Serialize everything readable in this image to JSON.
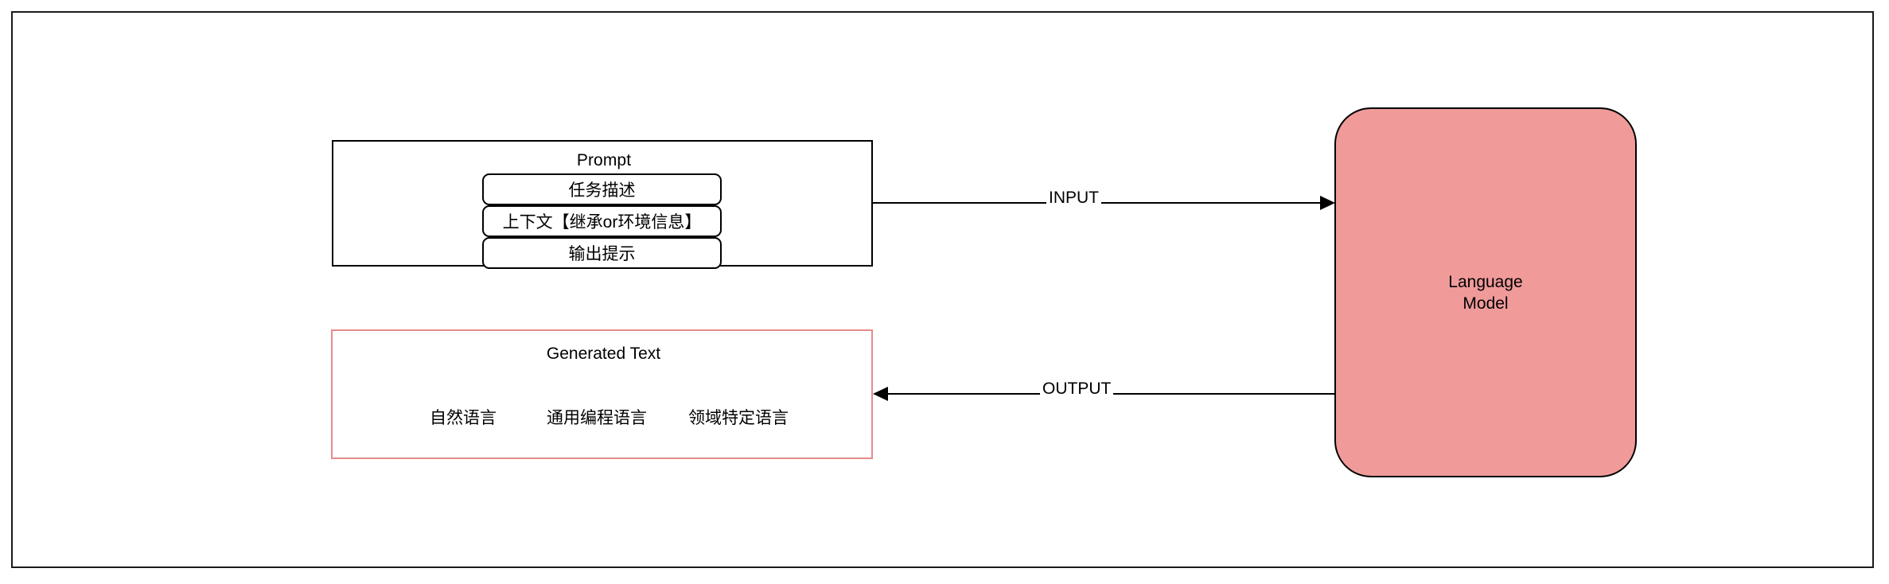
{
  "diagram": {
    "title": "Prompt to Language Model flow",
    "background": "#ffffff",
    "frame_color": "#1a1a1a",
    "accent_pink_fill": "#f09a9a",
    "accent_pink_border": "#e78b8b"
  },
  "prompt": {
    "title": "Prompt",
    "parts": [
      {
        "label": "任务描述"
      },
      {
        "label": "上下文【继承or环境信息】"
      },
      {
        "label": "输出提示"
      }
    ]
  },
  "generated": {
    "title": "Generated Text",
    "kinds": [
      {
        "label": "自然语言"
      },
      {
        "label": "通用编程语言"
      },
      {
        "label": "领域特定语言"
      }
    ]
  },
  "model": {
    "label": "Language\nModel"
  },
  "arrows": {
    "input": {
      "label": "INPUT",
      "direction": "right"
    },
    "output": {
      "label": "OUTPUT",
      "direction": "left"
    }
  }
}
